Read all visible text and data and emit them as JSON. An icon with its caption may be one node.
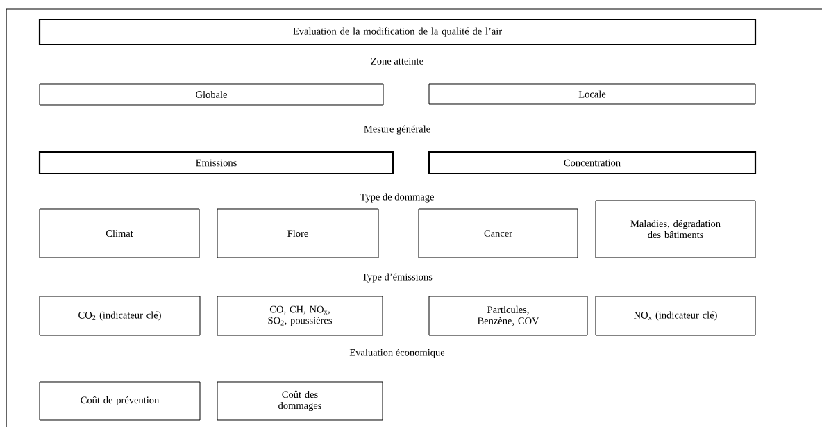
{
  "diagram": {
    "nodes": [
      {
        "text": [
          "Evaluation de la modification de la qualité de l’air"
        ]
      },
      {
        "text": [
          "Globale"
        ]
      },
      {
        "text": [
          "Locale"
        ]
      },
      {
        "text": [
          "Emissions"
        ]
      },
      {
        "text": [
          "Concentration"
        ]
      },
      {
        "text": [
          "Climat"
        ]
      },
      {
        "text": [
          "Flore"
        ]
      },
      {
        "text": [
          "Cancer"
        ]
      },
      {
        "text": [
          "Maladies, dégradation des bâtiments"
        ]
      },
      {
        "text": [
          "CO$_{2}$ (indicateur clé)"
        ]
      },
      {
        "text": [
          "CO, CH, NO$_{x}$, SO$_{2}$, poussières"
        ]
      },
      {
        "text": [
          "Particules, Benzène, COV"
        ]
      },
      {
        "text": [
          "NO$_{x}$ (indicateur clé)"
        ]
      },
      {
        "text": [
          "Coût de prévention"
        ]
      },
      {
        "text": [
          "Coût des dommages"
        ]
      }
    ],
    "labels": [
      "Zone atteinte",
      "Mesure générale",
      "Type de dommage",
      "Type d’émissions",
      "Evaluation économique"
    ]
  }
}
